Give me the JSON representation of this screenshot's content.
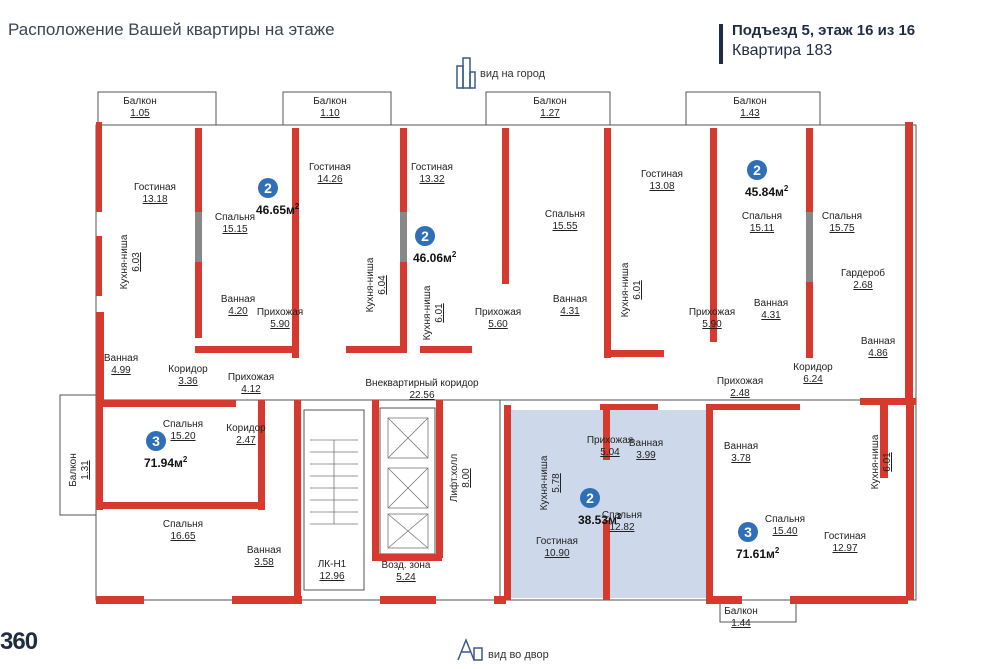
{
  "title": "Расположение Вашей квартиры на этаже",
  "header": {
    "line1": "Подъезд 5, этаж 16 из 16",
    "line2": "Квартира 183"
  },
  "views": {
    "top": "вид на город",
    "bottom": "вид во двор"
  },
  "logo": "360",
  "colors": {
    "wall": "#d63a2e",
    "accent": "#2f6fb8",
    "highlight": "#cdd9ea",
    "header": "#1f2d44"
  },
  "apartments": [
    {
      "rooms": "2",
      "area": "46.65м"
    },
    {
      "rooms": "2",
      "area": "46.06м"
    },
    {
      "rooms": "2",
      "area": "45.84м"
    },
    {
      "rooms": "3",
      "area": "71.94м"
    },
    {
      "rooms": "2",
      "area": "38.53м"
    },
    {
      "rooms": "3",
      "area": "71.61м"
    }
  ],
  "area_sup": "2",
  "rooms": [
    {
      "name": "Балкон",
      "area": "1.05"
    },
    {
      "name": "Балкон",
      "area": "1.10"
    },
    {
      "name": "Балкон",
      "area": "1.27"
    },
    {
      "name": "Балкон",
      "area": "1.43"
    },
    {
      "name": "Гостиная",
      "area": "13.18"
    },
    {
      "name": "Спальня",
      "area": "15.15"
    },
    {
      "name": "Гостиная",
      "area": "14.26"
    },
    {
      "name": "Гостиная",
      "area": "13.32"
    },
    {
      "name": "Спальня",
      "area": "15.55"
    },
    {
      "name": "Гостиная",
      "area": "13.08"
    },
    {
      "name": "Спальня",
      "area": "15.11"
    },
    {
      "name": "Спальня",
      "area": "15.75"
    },
    {
      "name": "Кухня-ниша",
      "area": "6.03"
    },
    {
      "name": "Кухня-ниша",
      "area": "6.04"
    },
    {
      "name": "Кухня-ниша",
      "area": "6.01"
    },
    {
      "name": "Кухня-ниша",
      "area": "6.01"
    },
    {
      "name": "Гардероб",
      "area": "2.68"
    },
    {
      "name": "Ванная",
      "area": "4.20"
    },
    {
      "name": "Прихожая",
      "area": "5.90"
    },
    {
      "name": "Прихожая",
      "area": "5.60"
    },
    {
      "name": "Ванная",
      "area": "4.31"
    },
    {
      "name": "Прихожая",
      "area": "5.90"
    },
    {
      "name": "Ванная",
      "area": "4.31"
    },
    {
      "name": "Ванная",
      "area": "4.86"
    },
    {
      "name": "Ванная",
      "area": "4.99"
    },
    {
      "name": "Коридор",
      "area": "3.36"
    },
    {
      "name": "Прихожая",
      "area": "4.12"
    },
    {
      "name": "Внеквартирный коридор",
      "area": "22.56"
    },
    {
      "name": "Коридор",
      "area": "6.24"
    },
    {
      "name": "Прихожая",
      "area": "2.48"
    },
    {
      "name": "Спальня",
      "area": "15.20"
    },
    {
      "name": "Коридор",
      "area": "2.47"
    },
    {
      "name": "Балкон",
      "area": "1.31"
    },
    {
      "name": "Лифт.холл",
      "area": "8.00"
    },
    {
      "name": "Кухня-ниша",
      "area": "5.78"
    },
    {
      "name": "Прихожая",
      "area": "5.04"
    },
    {
      "name": "Ванная",
      "area": "3.99"
    },
    {
      "name": "Ванная",
      "area": "3.78"
    },
    {
      "name": "Кухня-ниша",
      "area": "6.01"
    },
    {
      "name": "Спальня",
      "area": "12.82"
    },
    {
      "name": "Спальня",
      "area": "15.40"
    },
    {
      "name": "Гостиная",
      "area": "10.90"
    },
    {
      "name": "Гостиная",
      "area": "12.97"
    },
    {
      "name": "Спальня",
      "area": "16.65"
    },
    {
      "name": "Ванная",
      "area": "3.58"
    },
    {
      "name": "ЛК-Н1",
      "area": "12.96"
    },
    {
      "name": "Возд. зона",
      "area": "5.24"
    },
    {
      "name": "Балкон",
      "area": "1.44"
    }
  ]
}
